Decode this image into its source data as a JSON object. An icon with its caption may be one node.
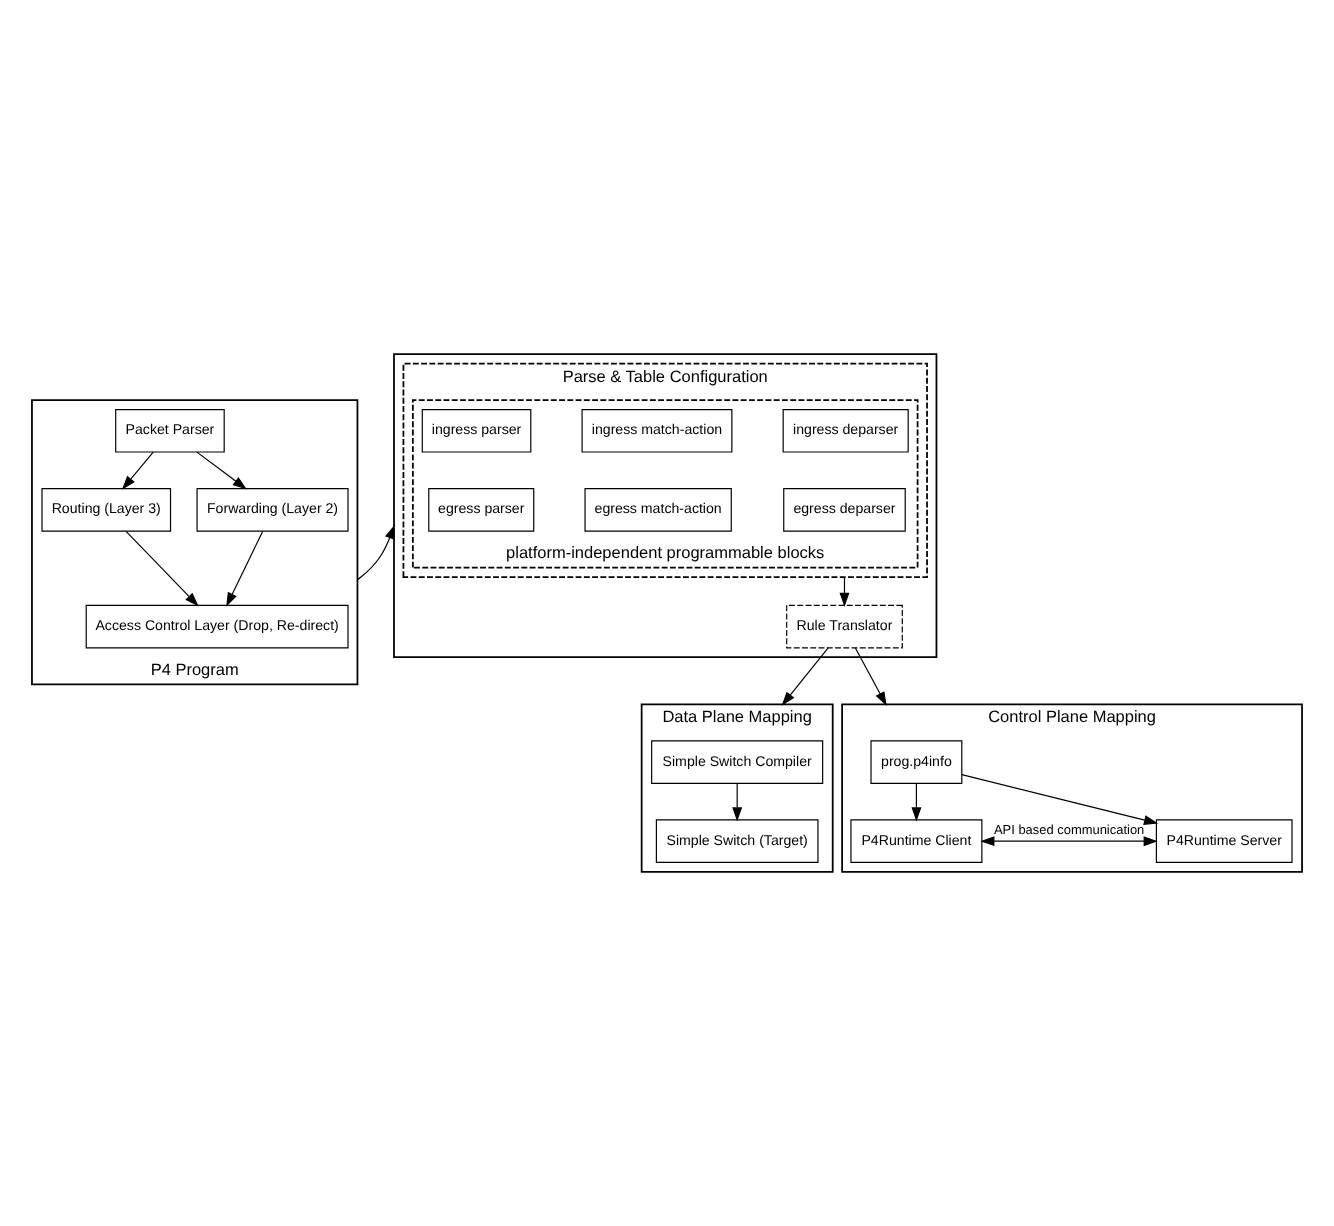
{
  "diagram": {
    "nodes": [
      {
        "text": [
          "P4 Program"
        ]
      },
      {
        "text": [
          "Packet Parser"
        ],
        "in": 0
      },
      {
        "text": [
          "Routing (Layer 3)"
        ],
        "in": 0
      },
      {
        "text": [
          "Forwarding (Layer 2)"
        ],
        "in": 0
      },
      {
        "text": [
          "Access Control Layer (Drop, Re-direct)"
        ],
        "in": 0
      },
      {
        "text": [],
        "shape": "box"
      },
      {
        "text": [
          "Parse & Table Configuration"
        ],
        "in": 5
      },
      {
        "text": [
          "platform-independent programmable blocks"
        ],
        "in": 6
      },
      {
        "text": [
          "ingress parser"
        ],
        "in": 7
      },
      {
        "text": [
          "ingress match-action"
        ],
        "in": 7
      },
      {
        "text": [
          "ingress deparser"
        ],
        "in": 7
      },
      {
        "text": [
          "egress parser"
        ],
        "in": 7
      },
      {
        "text": [
          "egress match-action"
        ],
        "in": 7
      },
      {
        "text": [
          "egress deparser"
        ],
        "in": 7
      },
      {
        "text": [
          "Rule Translator"
        ],
        "in": 5
      },
      {
        "text": [
          "Data Plane Mapping"
        ]
      },
      {
        "text": [
          "Simple Switch Compiler"
        ],
        "in": 15
      },
      {
        "text": [
          "Simple Switch (Target)"
        ],
        "in": 15
      },
      {
        "text": [
          "Control Plane Mapping"
        ]
      },
      {
        "text": [
          "prog.p4info"
        ],
        "in": 18
      },
      {
        "text": [
          "P4Runtime Client"
        ],
        "in": 18
      },
      {
        "text": [
          "P4Runtime Server"
        ],
        "in": 18
      }
    ],
    "edges": [
      {
        "from": 1,
        "to": 2,
        "arrow": "to"
      },
      {
        "from": 1,
        "to": 3,
        "arrow": "to"
      },
      {
        "from": 2,
        "to": 4,
        "arrow": "to"
      },
      {
        "from": 3,
        "to": 4,
        "arrow": "to"
      },
      {
        "from": 0,
        "to": 5,
        "arrow": "to"
      },
      {
        "from": 6,
        "to": 14,
        "arrow": "to"
      },
      {
        "from": 14,
        "to": 15,
        "arrow": "to"
      },
      {
        "from": 14,
        "to": 18,
        "arrow": "to"
      },
      {
        "from": 16,
        "to": 17,
        "arrow": "to"
      },
      {
        "from": 19,
        "to": 20,
        "arrow": "to"
      },
      {
        "from": 19,
        "to": 21,
        "arrow": "to"
      },
      {
        "from": 20,
        "to": 21,
        "arrow": "both",
        "label": "API based communication"
      }
    ]
  }
}
